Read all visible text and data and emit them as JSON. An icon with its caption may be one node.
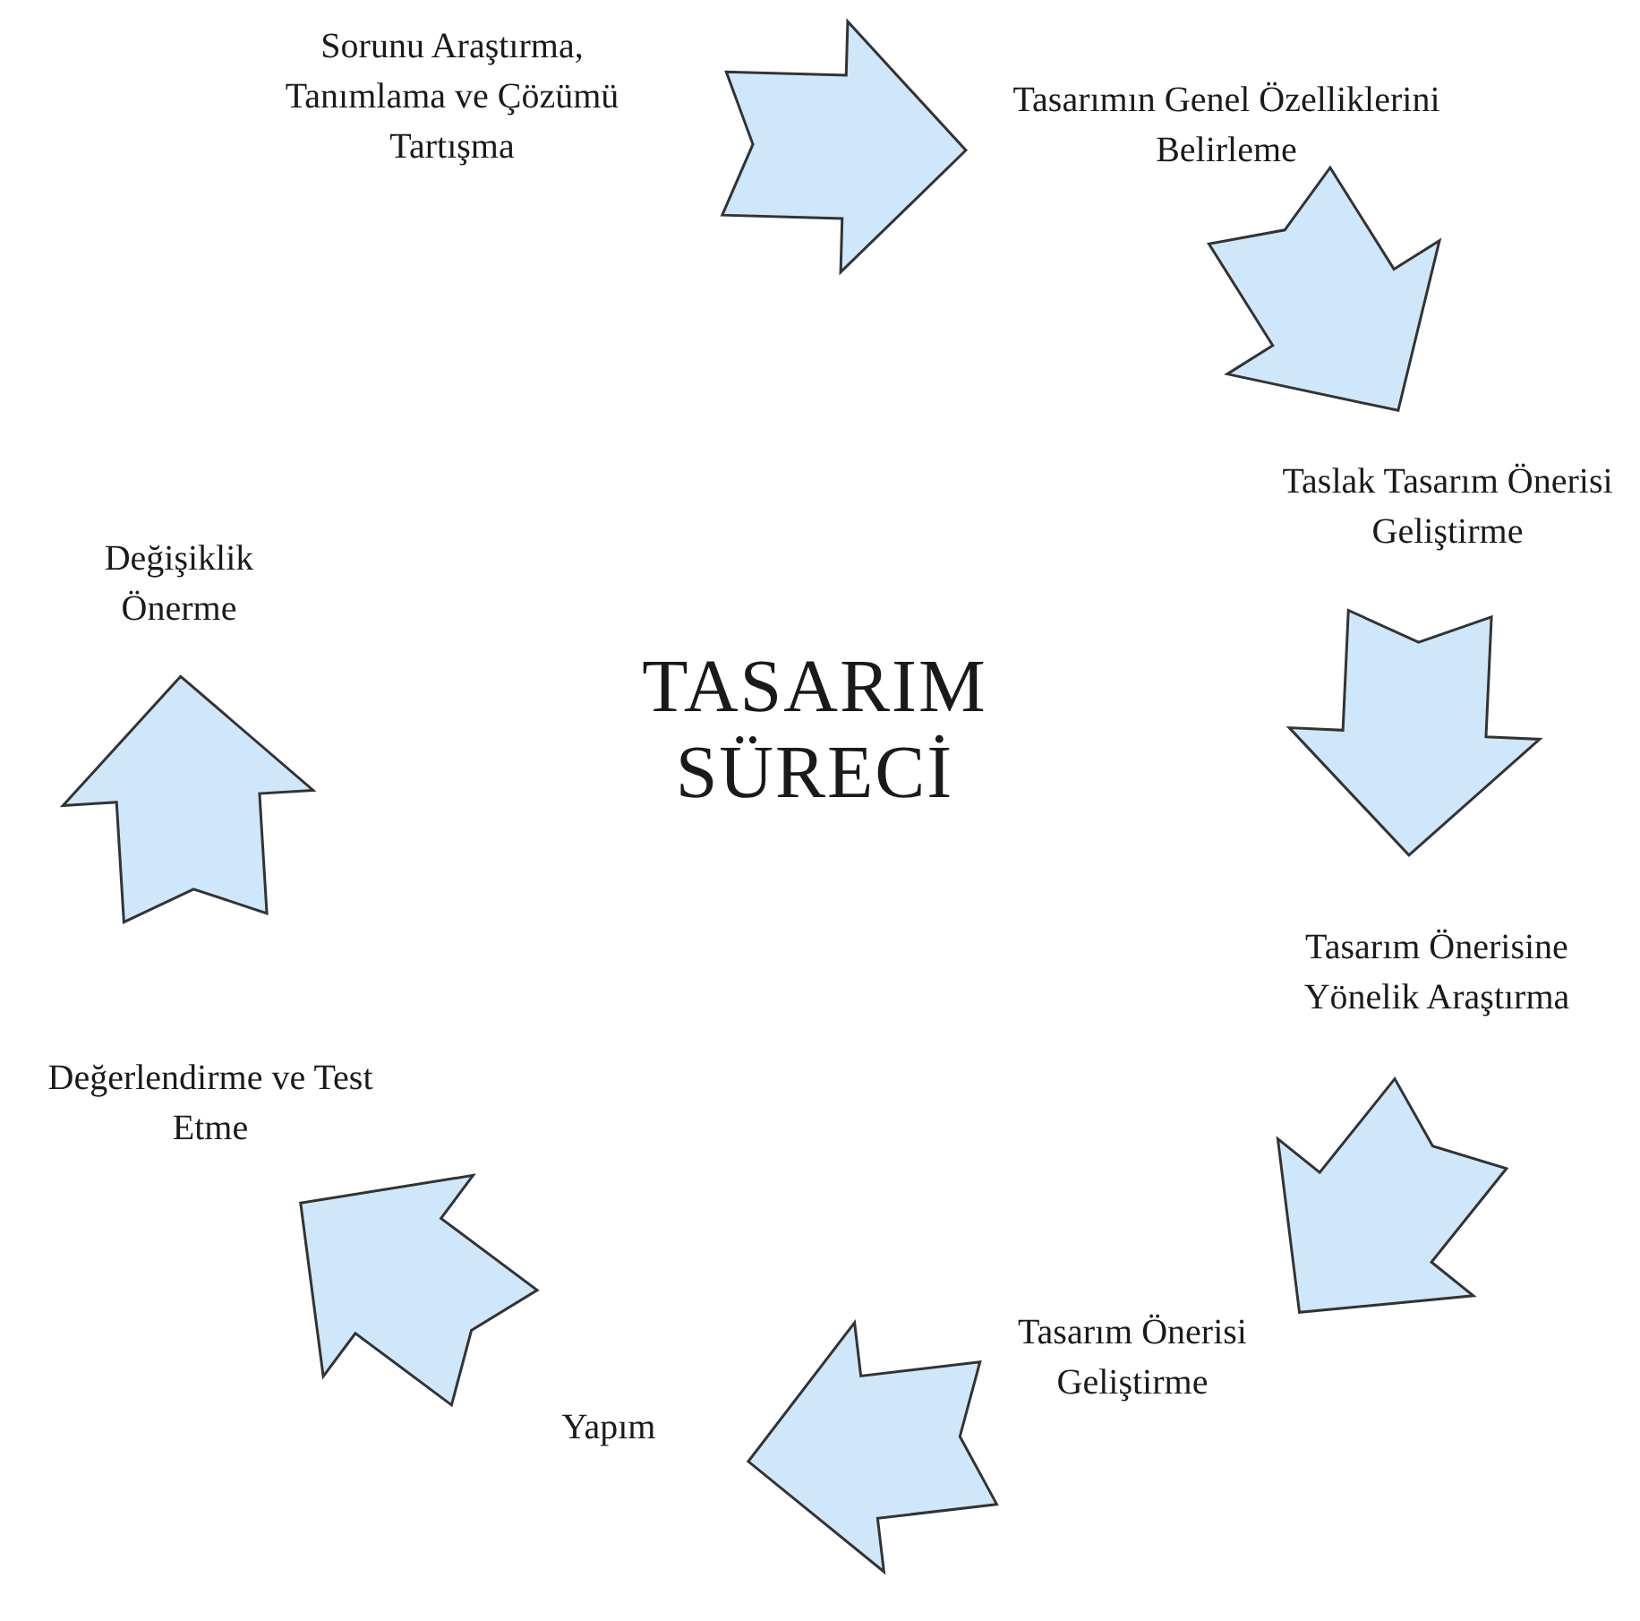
{
  "diagram": {
    "title": "TASARIM SÜRECİ",
    "nodes": [
      {
        "text": [
          "Sorunu Araştırma, Tanımlama ve Çözümü Tartışma"
        ]
      },
      {
        "text": [
          "Tasarımın Genel Özelliklerini Belirleme"
        ]
      },
      {
        "text": [
          "Taslak Tasarım Önerisi Geliştirme"
        ]
      },
      {
        "text": [
          "Tasarım Önerisine Yönelik Araştırma"
        ]
      },
      {
        "text": [
          "Tasarım Önerisi Geliştirme"
        ]
      },
      {
        "text": [
          "Yapım"
        ]
      },
      {
        "text": [
          "Değerlendirme ve Test Etme"
        ]
      },
      {
        "text": [
          "Değişiklik Önerme"
        ]
      }
    ],
    "edges": [
      {
        "from": 0,
        "to": 1,
        "arrow": "to"
      },
      {
        "from": 1,
        "to": 2,
        "arrow": "to"
      },
      {
        "from": 2,
        "to": 3,
        "arrow": "to"
      },
      {
        "from": 3,
        "to": 4,
        "arrow": "to"
      },
      {
        "from": 4,
        "to": 5,
        "arrow": "to"
      },
      {
        "from": 5,
        "to": 6,
        "arrow": "to"
      },
      {
        "from": 6,
        "to": 7,
        "arrow": "to"
      }
    ]
  }
}
